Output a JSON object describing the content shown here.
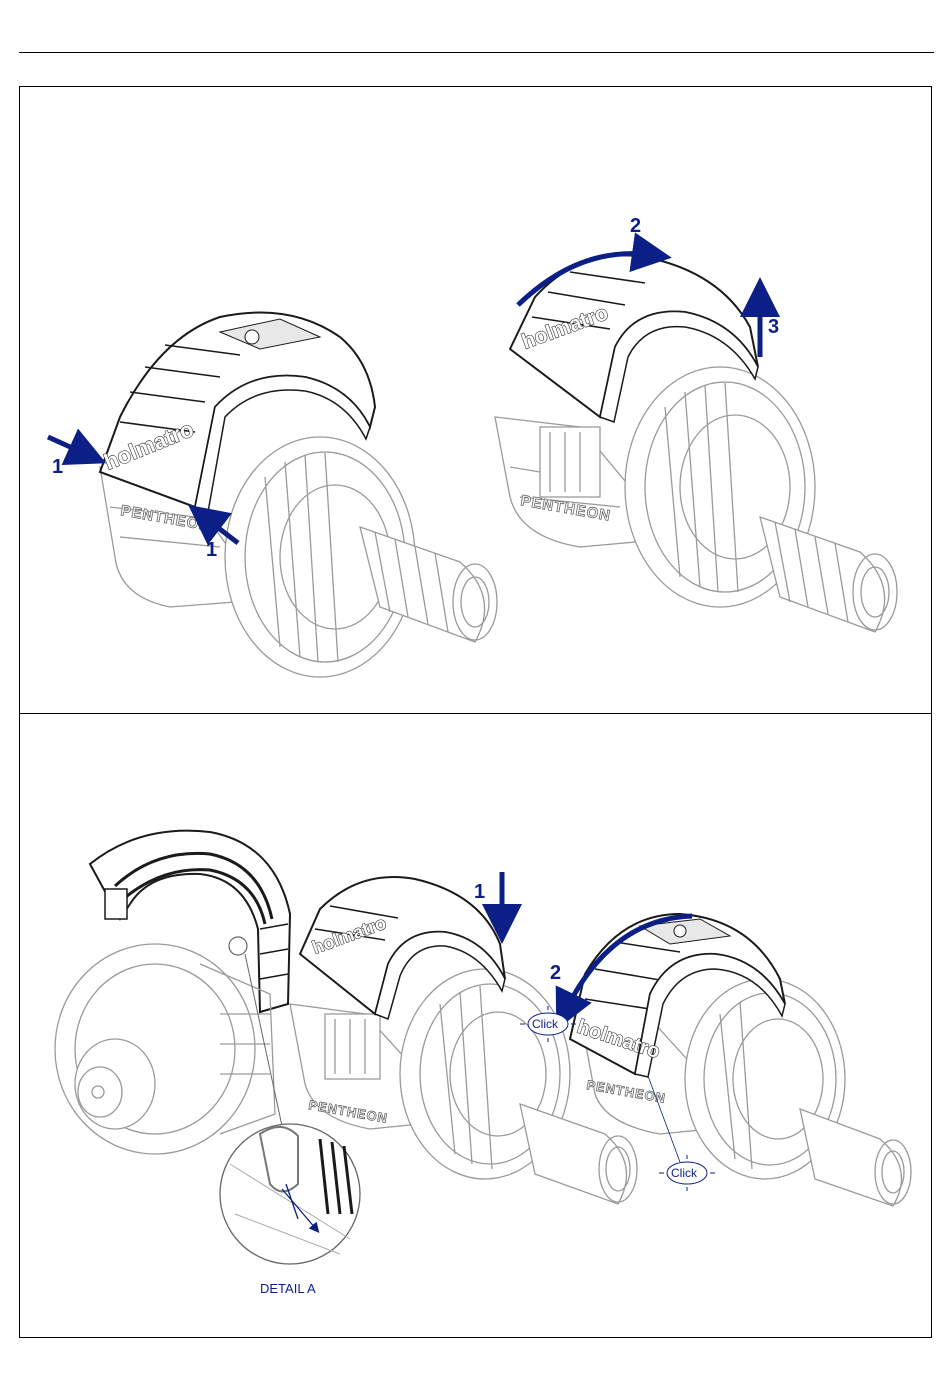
{
  "figure_top": {
    "labels": {
      "push_left": "1",
      "push_right": "1",
      "rotate": "2",
      "lift": "3"
    },
    "brand": "holmatro",
    "model": "PENTHEON"
  },
  "figure_bottom": {
    "labels": {
      "insert": "1",
      "rotate": "2",
      "click_left": "Click",
      "click_bottom": "Click",
      "detail": "DETAIL A"
    },
    "brand": "holmatro",
    "model": "PENTHEON"
  },
  "colors": {
    "arrow": "#0b1f86",
    "line": "#9a9a9a",
    "dark": "#1a1a1a"
  }
}
